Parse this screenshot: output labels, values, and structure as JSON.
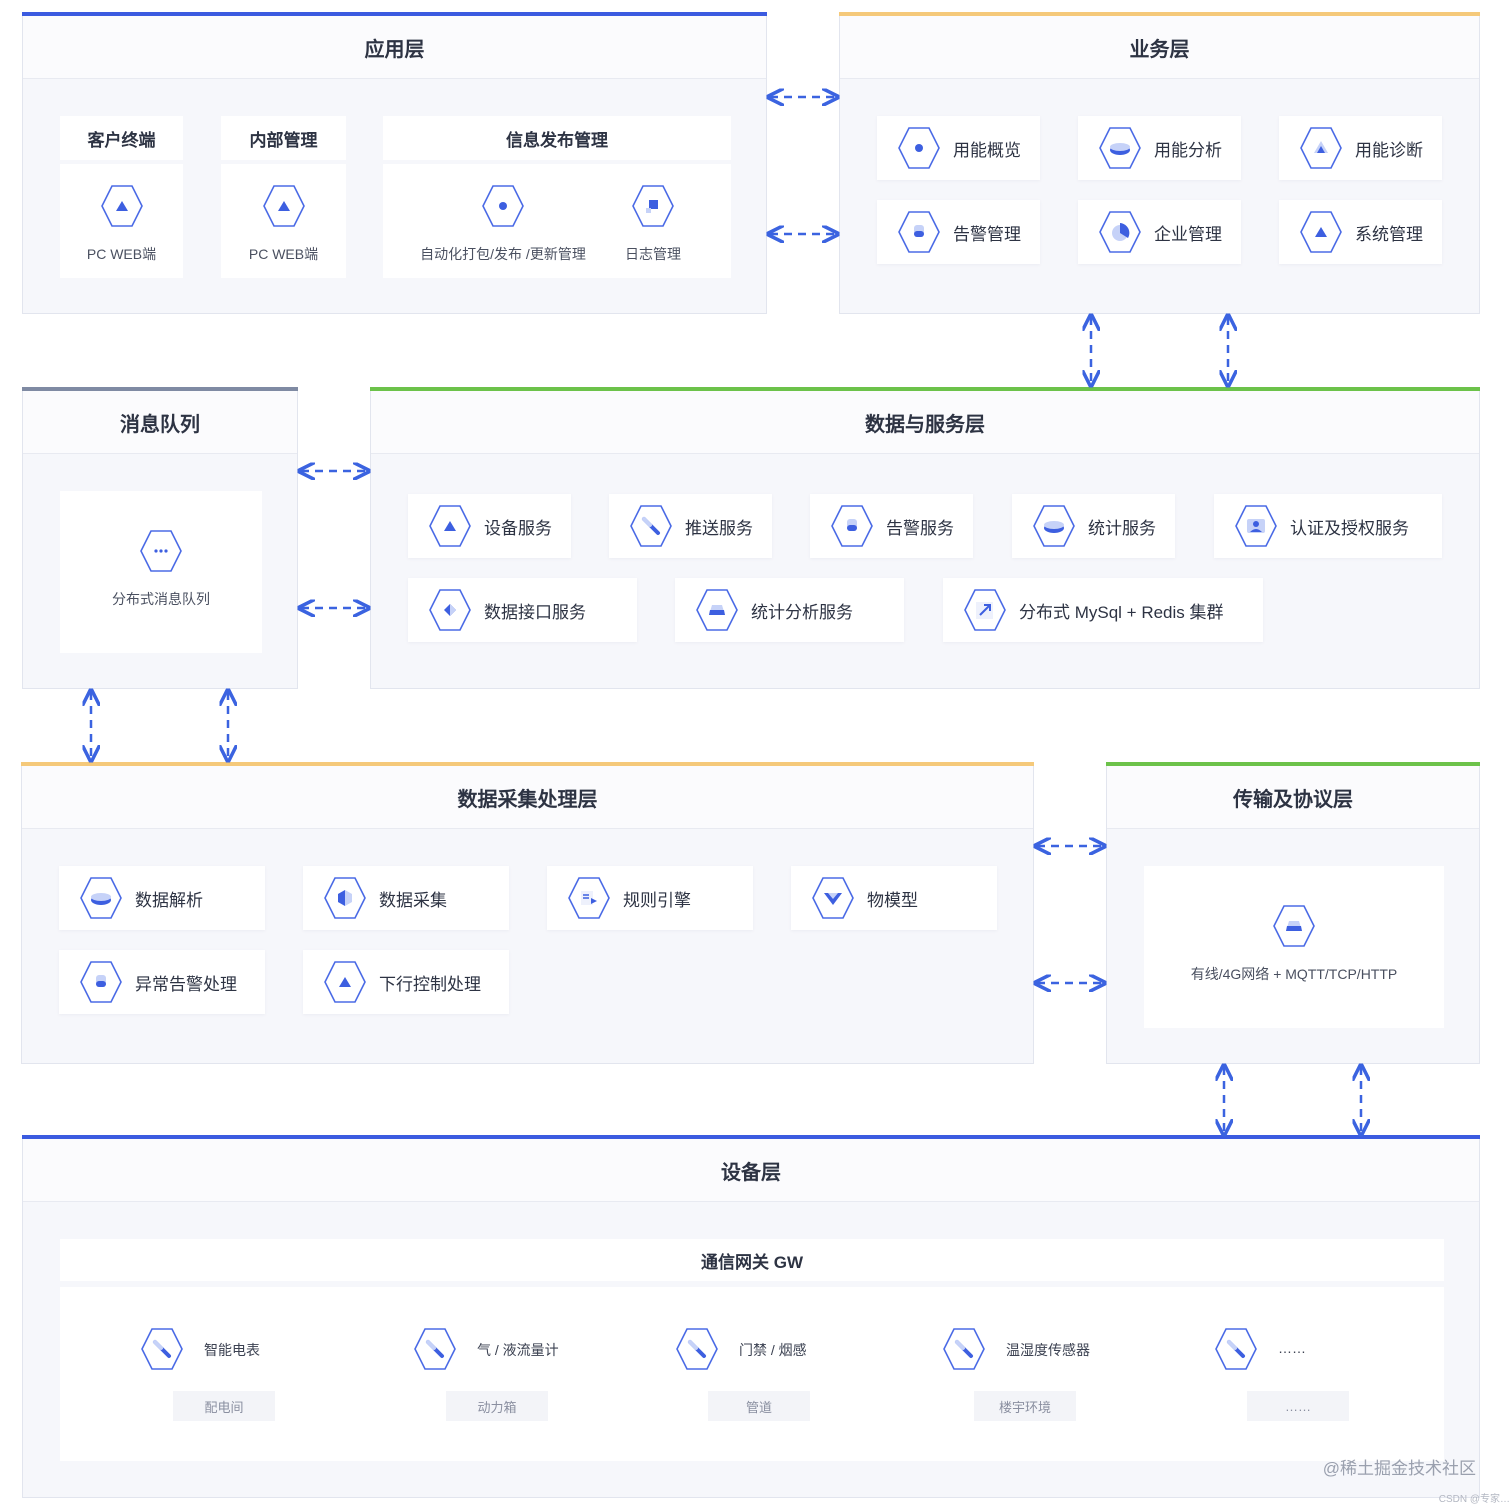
{
  "colors": {
    "accent_blue": "#3b5be0",
    "accent_orange": "#f5c97a",
    "accent_green": "#6cc24a",
    "accent_gray": "#7f8aa3",
    "arrow": "#3b63e0"
  },
  "app_layer": {
    "title": "应用层",
    "client": {
      "title": "客户终端",
      "item": "PC WEB端",
      "icon": "triangle-icon"
    },
    "internal": {
      "title": "内部管理",
      "item": "PC WEB端",
      "icon": "triangle-icon"
    },
    "publish": {
      "title": "信息发布管理",
      "items": [
        {
          "label": "自动化打包/发布 /更新管理",
          "icon": "dot-icon"
        },
        {
          "label": "日志管理",
          "icon": "square-icon"
        }
      ]
    }
  },
  "business_layer": {
    "title": "业务层",
    "items": [
      {
        "label": "用能概览",
        "icon": "dot-icon"
      },
      {
        "label": "用能分析",
        "icon": "disc-icon"
      },
      {
        "label": "用能诊断",
        "icon": "triangle-icon"
      },
      {
        "label": "告警管理",
        "icon": "cylinder-icon"
      },
      {
        "label": "企业管理",
        "icon": "pie-icon"
      },
      {
        "label": "系统管理",
        "icon": "triangle-icon"
      }
    ]
  },
  "message_queue": {
    "title": "消息队列",
    "item": "分布式消息队列",
    "icon_text": "···"
  },
  "data_service_layer": {
    "title": "数据与服务层",
    "row1": [
      {
        "label": "设备服务",
        "icon": "triangle-icon"
      },
      {
        "label": "推送服务",
        "icon": "pen-icon"
      },
      {
        "label": "告警服务",
        "icon": "cylinder-icon"
      },
      {
        "label": "统计服务",
        "icon": "disc-icon"
      },
      {
        "label": "认证及授权服务",
        "icon": "user-icon"
      }
    ],
    "row2": [
      {
        "label": "数据接口服务",
        "icon": "diamond-icon"
      },
      {
        "label": "统计分析服务",
        "icon": "trapezoid-icon"
      },
      {
        "label": "分布式 MySql + Redis 集群",
        "icon": "arrow-up-right-icon"
      }
    ]
  },
  "collection_layer": {
    "title": "数据采集处理层",
    "row1": [
      {
        "label": "数据解析",
        "icon": "disc-icon"
      },
      {
        "label": "数据采集",
        "icon": "cube-icon"
      },
      {
        "label": "规则引擎",
        "icon": "doc-icon"
      },
      {
        "label": "物模型",
        "icon": "down-triangle-icon"
      }
    ],
    "row2": [
      {
        "label": "异常告警处理",
        "icon": "cylinder-icon"
      },
      {
        "label": "下行控制处理",
        "icon": "triangle-icon"
      }
    ]
  },
  "transport_layer": {
    "title": "传输及协议层",
    "item": "有线/4G网络 + MQTT/TCP/HTTP",
    "icon": "trapezoid-icon"
  },
  "device_layer": {
    "title": "设备层",
    "gateway_title": "通信网关 GW",
    "devices": [
      {
        "label": "智能电表",
        "tag": "配电间"
      },
      {
        "label": "气 / 液流量计",
        "tag": "动力箱"
      },
      {
        "label": "门禁 / 烟感",
        "tag": "管道"
      },
      {
        "label": "温湿度传感器",
        "tag": "楼宇环境"
      },
      {
        "label": "……",
        "tag": "……"
      }
    ]
  },
  "watermark": "@稀土掘金技术社区",
  "watermark_small": "CSDN @专家…"
}
